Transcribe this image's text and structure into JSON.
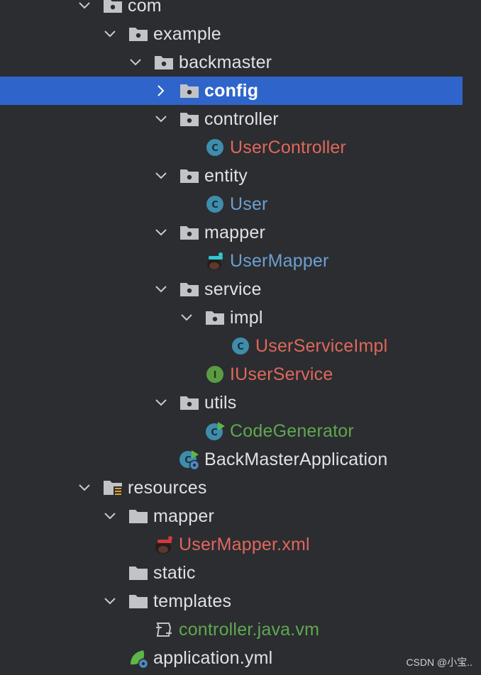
{
  "tree": [
    {
      "label": "com",
      "kind": "package",
      "expander": "down",
      "depth": 3,
      "color": "default"
    },
    {
      "label": "example",
      "kind": "package",
      "expander": "down",
      "depth": 4,
      "color": "default"
    },
    {
      "label": "backmaster",
      "kind": "package",
      "expander": "down",
      "depth": 5,
      "color": "default"
    },
    {
      "label": "config",
      "kind": "package",
      "expander": "right",
      "depth": 6,
      "color": "white",
      "selected": true
    },
    {
      "label": "controller",
      "kind": "package",
      "expander": "down",
      "depth": 6,
      "color": "default"
    },
    {
      "label": "UserController",
      "kind": "class",
      "expander": "none",
      "depth": 7,
      "color": "red"
    },
    {
      "label": "entity",
      "kind": "package",
      "expander": "down",
      "depth": 6,
      "color": "default"
    },
    {
      "label": "User",
      "kind": "class",
      "expander": "none",
      "depth": 7,
      "color": "blue"
    },
    {
      "label": "mapper",
      "kind": "package",
      "expander": "down",
      "depth": 6,
      "color": "default"
    },
    {
      "label": "UserMapper",
      "kind": "mybatis-mapper",
      "expander": "none",
      "depth": 7,
      "color": "blue"
    },
    {
      "label": "service",
      "kind": "package",
      "expander": "down",
      "depth": 6,
      "color": "default"
    },
    {
      "label": "impl",
      "kind": "package",
      "expander": "down",
      "depth": 7,
      "color": "default"
    },
    {
      "label": "UserServiceImpl",
      "kind": "class",
      "expander": "none",
      "depth": 8,
      "color": "red"
    },
    {
      "label": "IUserService",
      "kind": "interface",
      "expander": "none",
      "depth": 7,
      "color": "red"
    },
    {
      "label": "utils",
      "kind": "package",
      "expander": "down",
      "depth": 6,
      "color": "default"
    },
    {
      "label": "CodeGenerator",
      "kind": "runnable-class",
      "expander": "none",
      "depth": 7,
      "color": "green"
    },
    {
      "label": "BackMasterApplication",
      "kind": "spring-boot-class",
      "expander": "none",
      "depth": 6,
      "color": "default"
    },
    {
      "label": "resources",
      "kind": "resources-folder",
      "expander": "down",
      "depth": 3,
      "color": "default"
    },
    {
      "label": "mapper",
      "kind": "folder",
      "expander": "down",
      "depth": 4,
      "color": "default"
    },
    {
      "label": "UserMapper.xml",
      "kind": "mybatis-xml",
      "expander": "none",
      "depth": 5,
      "color": "red"
    },
    {
      "label": "static",
      "kind": "folder",
      "expander": "none",
      "depth": 4,
      "color": "default"
    },
    {
      "label": "templates",
      "kind": "folder",
      "expander": "down",
      "depth": 4,
      "color": "default"
    },
    {
      "label": "controller.java.vm",
      "kind": "velocity-template",
      "expander": "none",
      "depth": 5,
      "color": "green"
    },
    {
      "label": "application.yml",
      "kind": "spring-config",
      "expander": "none",
      "depth": 4,
      "color": "default"
    }
  ],
  "watermark": "CSDN @小宝.."
}
